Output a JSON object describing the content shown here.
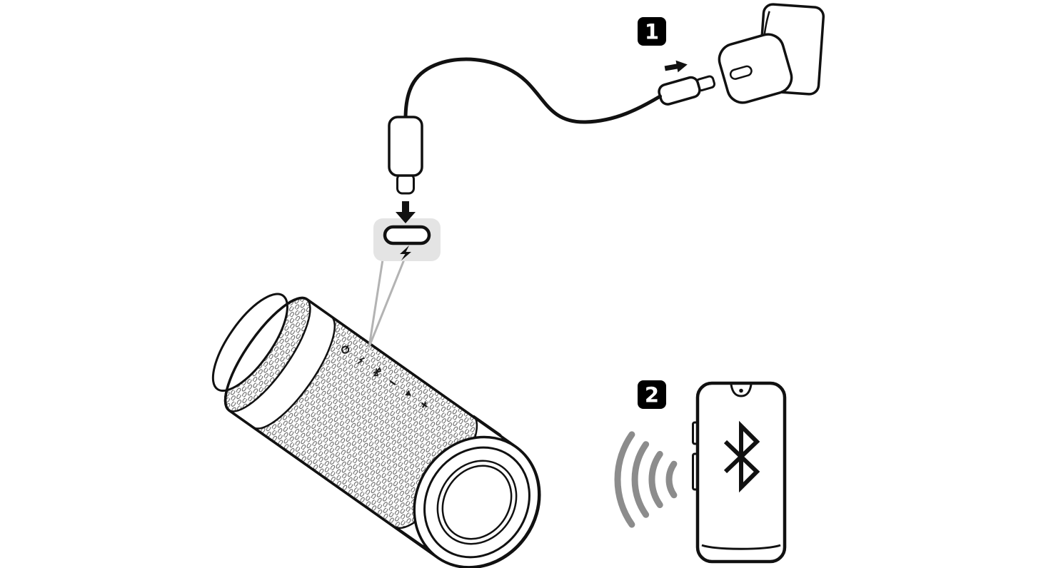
{
  "steps": [
    {
      "number": "1"
    },
    {
      "number": "2"
    }
  ],
  "colors": {
    "line": "#111111",
    "badge_bg": "#000000",
    "badge_fg": "#ffffff",
    "callout_bg": "#e4e4e4",
    "callout_tail_stroke": "#b3b3b3",
    "wave_gray": "#8c8c8c",
    "mesh_gray": "#4a4a4a"
  },
  "icons": {
    "step1": [
      "wall-outlet",
      "power-adapter",
      "insert-arrow",
      "usb-c-connector",
      "usb-cable",
      "usb-c-plug",
      "down-arrow",
      "usb-c-port",
      "lightning-bolt"
    ],
    "speaker_buttons": [
      "power",
      "charge",
      "bluetooth",
      "volume-down",
      "play-pause",
      "volume-up"
    ],
    "step2": [
      "wireless-waves",
      "smartphone",
      "bluetooth"
    ]
  }
}
